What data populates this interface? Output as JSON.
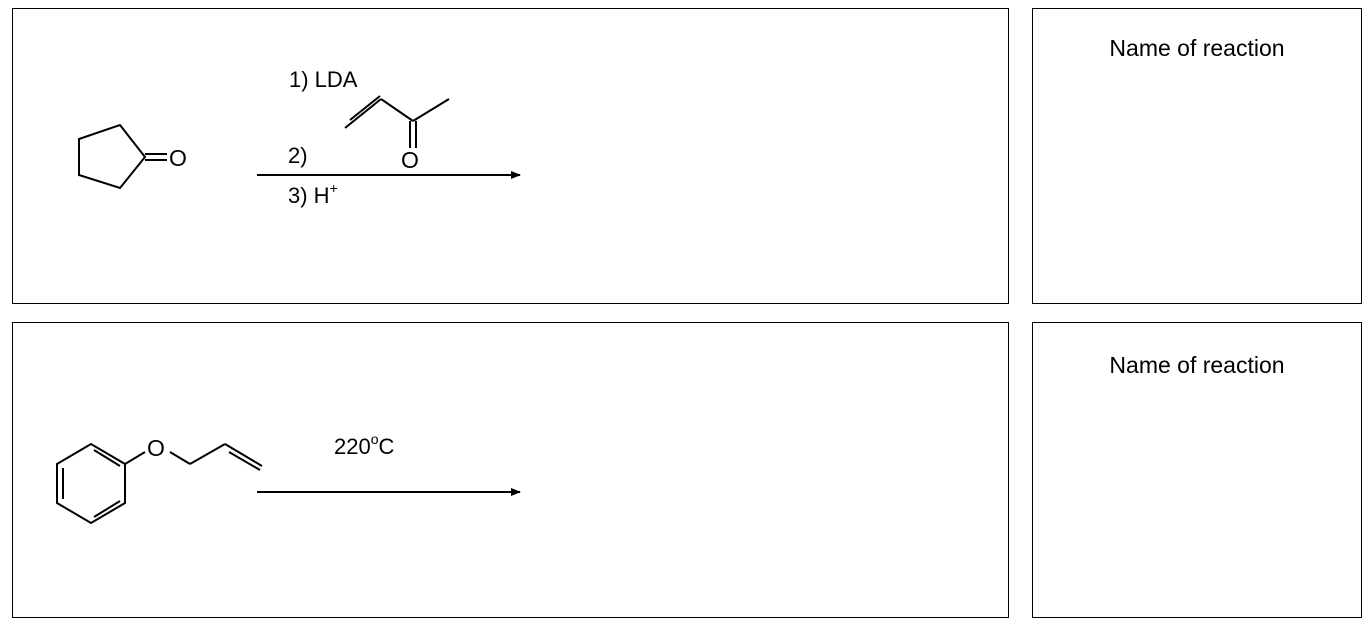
{
  "reaction1": {
    "reagent1": "1)  LDA",
    "reagent2": "2)",
    "reagent3": "3) H",
    "reagent3_sup": "+",
    "carbonyl_o": "O",
    "mvk_o": "O",
    "name_label": "Name of reaction"
  },
  "reaction2": {
    "condition": "220",
    "condition_sup": "o",
    "condition_unit": "C",
    "ether_o": "O",
    "name_label": "Name of reaction"
  }
}
